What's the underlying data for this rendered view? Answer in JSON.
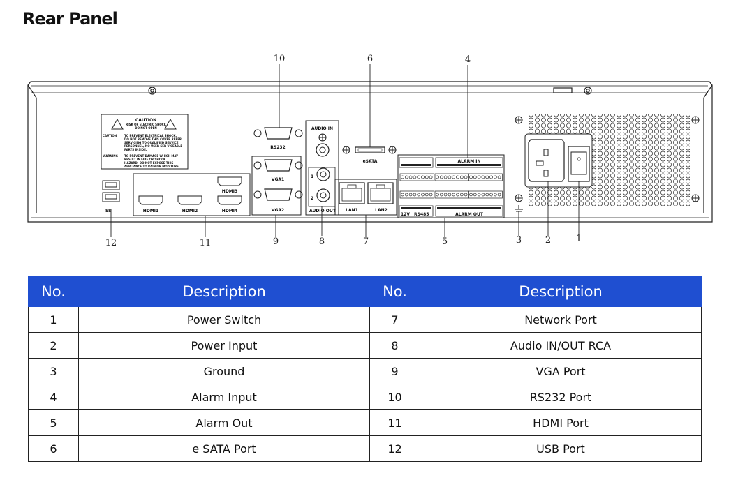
{
  "title": "Rear Panel",
  "diagram": {
    "callouts": [
      "1",
      "2",
      "3",
      "4",
      "5",
      "6",
      "7",
      "8",
      "9",
      "10",
      "11",
      "12"
    ],
    "port_labels": {
      "rs232": "RS232",
      "vga1": "VGA1",
      "vga2": "VGA2",
      "audio_in": "AUDIO IN",
      "audio_out": "AUDIO OUT",
      "audio_ch1": "1",
      "audio_ch2": "2",
      "esata": "eSATA",
      "lan1": "LAN1",
      "lan2": "LAN2",
      "alarm_in": "ALARM IN",
      "alarm_out": "ALARM OUT",
      "v12": "12V",
      "rs485": "RS485",
      "hdmi1": "HDMI1",
      "hdmi2": "HDMI2",
      "hdmi3": "HDMI3",
      "hdmi4": "HDMI4",
      "usb": "SS"
    },
    "caution_label": {
      "heading": "CAUTION",
      "sub1": "RISK OF ELECTRIC SHOCK",
      "sub2": "DO NOT OPEN",
      "caution_word": "CAUTION",
      "caution_lines": [
        "TO PREVENT ELECTRICAL SHOCK,",
        "DO NOT REMOVE THIS COVER REFER",
        "SERVICING TO QUALIFIED SERVICE",
        "PERSONNEL, NO USER SER VICEABLE",
        "PARTS INSIDE."
      ],
      "warning_word": "WARNING",
      "warning_lines": [
        "TO PREVENT DAMAGE WHICH MAY",
        "RESULT IN FIRE OR SHOCK",
        "HAZARD, DO NOT EXPOSE THIS",
        "APPLIANCE TO RAIN OR MOISTURE."
      ]
    }
  },
  "table": {
    "headers": [
      "No.",
      "Description",
      "No.",
      "Description"
    ],
    "rows": [
      [
        "1",
        "Power Switch",
        "7",
        "Network Port"
      ],
      [
        "2",
        "Power Input",
        "8",
        "Audio IN/OUT RCA"
      ],
      [
        "3",
        "Ground",
        "9",
        "VGA Port"
      ],
      [
        "4",
        "Alarm Input",
        "10",
        "RS232 Port"
      ],
      [
        "5",
        "Alarm Out",
        "11",
        "HDMI Port"
      ],
      [
        "6",
        "e SATA Port",
        "12",
        "USB Port"
      ]
    ]
  },
  "colors": {
    "header_bg": "#1f4fd1",
    "header_text": "#ffffff",
    "line": "#222222"
  }
}
